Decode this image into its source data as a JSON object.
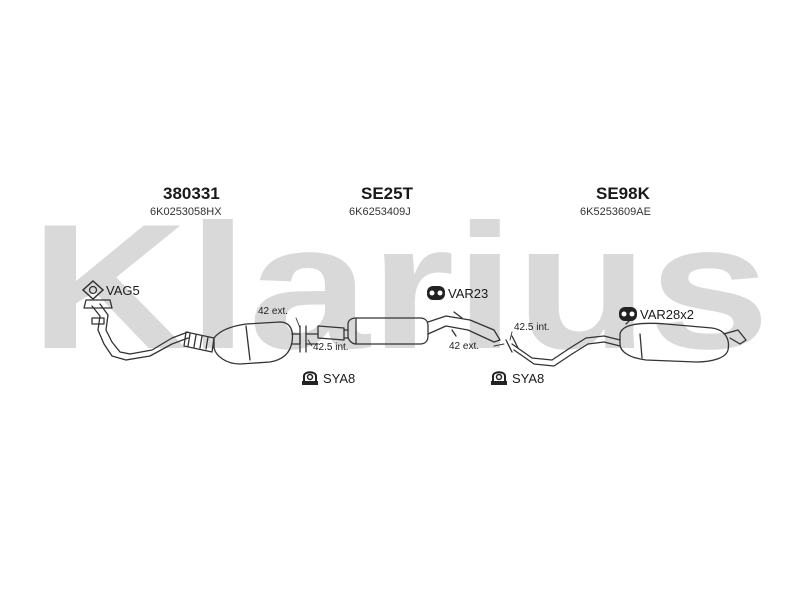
{
  "watermark": {
    "text": "Klarius",
    "color": "#d9d9d9"
  },
  "parts": [
    {
      "code": "380331",
      "oem": "6K0253058HX"
    },
    {
      "code": "SE25T",
      "oem": "6K6253409J"
    },
    {
      "code": "SE98K",
      "oem": "6K5253609AE"
    }
  ],
  "accessories": {
    "vag5": "VAG5",
    "var23": "VAR23",
    "var28x2": "VAR28x2",
    "sya8_left": "SYA8",
    "sya8_right": "SYA8"
  },
  "dimensions": {
    "left_ext": "42 ext.",
    "left_int": "42.5 int.",
    "right_int": "42.5 int.",
    "right_ext": "42 ext."
  },
  "icons": {
    "gasket": "gasket-icon",
    "hanger": "rubber-hanger-icon",
    "clamp": "clamp-icon"
  }
}
